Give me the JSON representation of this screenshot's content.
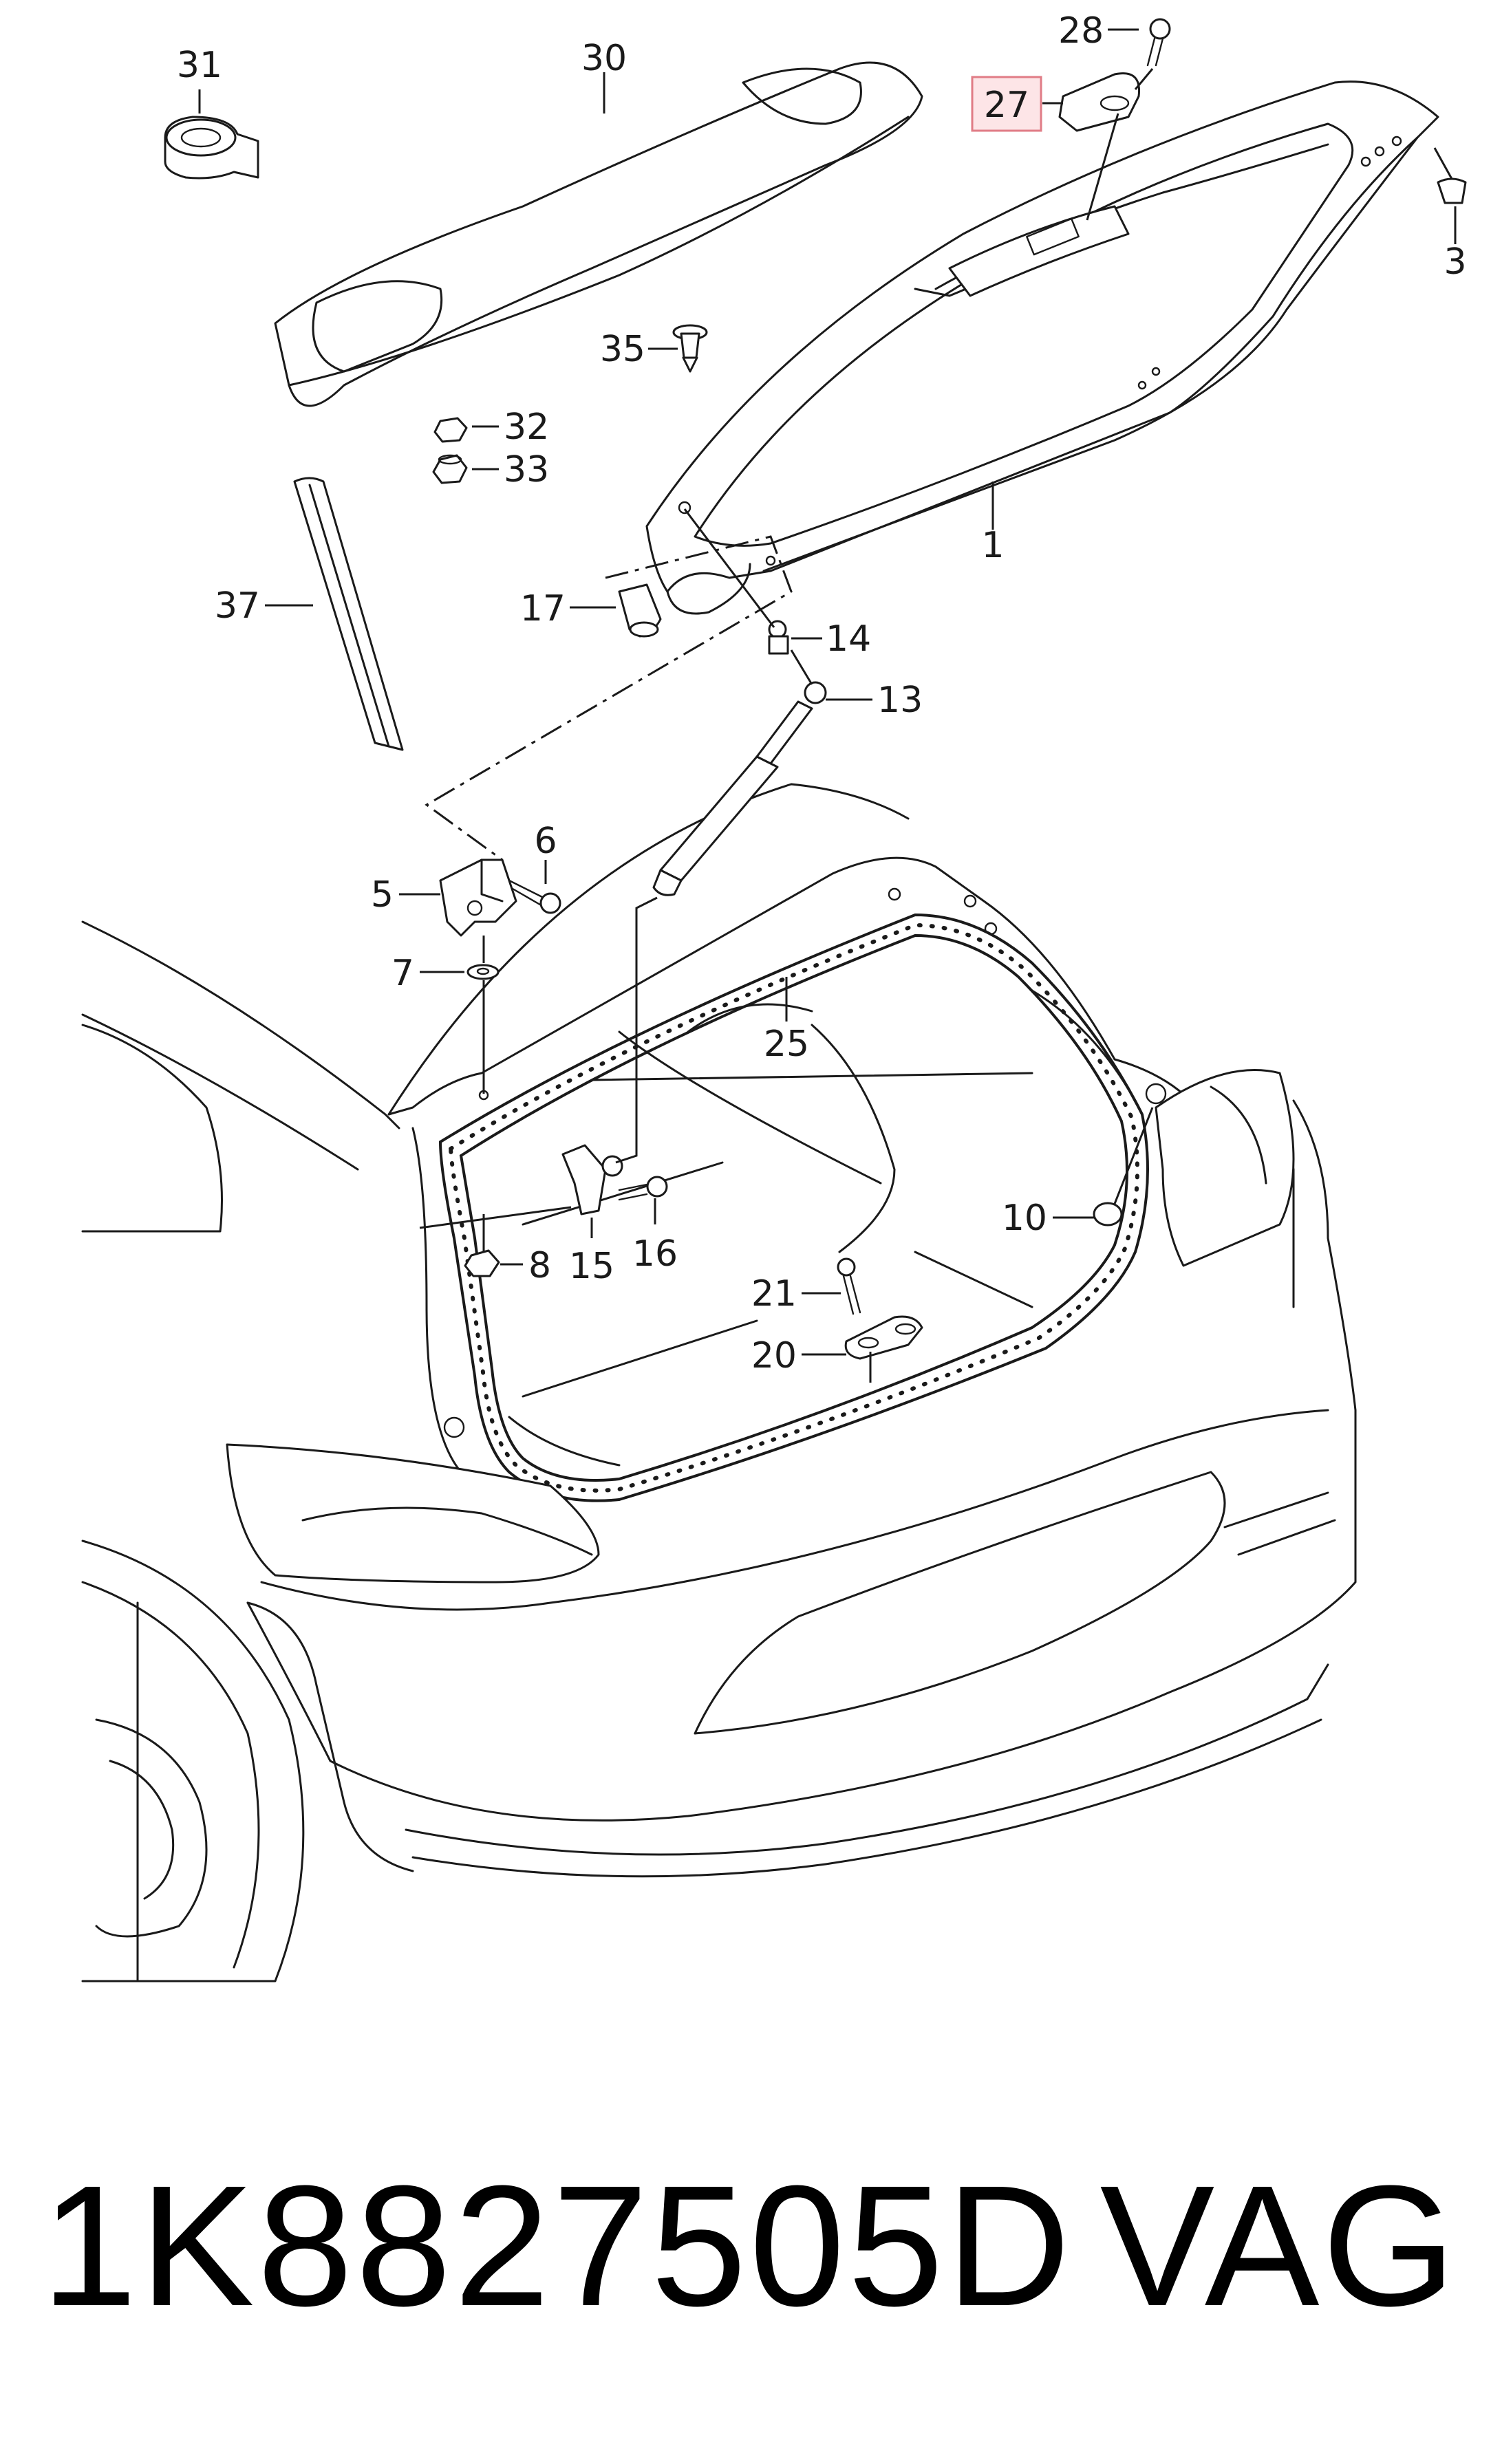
{
  "callouts": {
    "c1": "1",
    "c3": "3",
    "c5": "5",
    "c6": "6",
    "c7": "7",
    "c8": "8",
    "c10": "10",
    "c13": "13",
    "c14": "14",
    "c15": "15",
    "c16": "16",
    "c17": "17",
    "c20": "20",
    "c21": "21",
    "c25": "25",
    "c27": "27",
    "c28": "28",
    "c30": "30",
    "c31": "31",
    "c32": "32",
    "c33": "33",
    "c35": "35",
    "c37": "37"
  },
  "highlighted_callout": "27",
  "highlight_color": "#fde5e7",
  "footer": {
    "part_number": "1K8827505D",
    "brand": "VAG"
  }
}
